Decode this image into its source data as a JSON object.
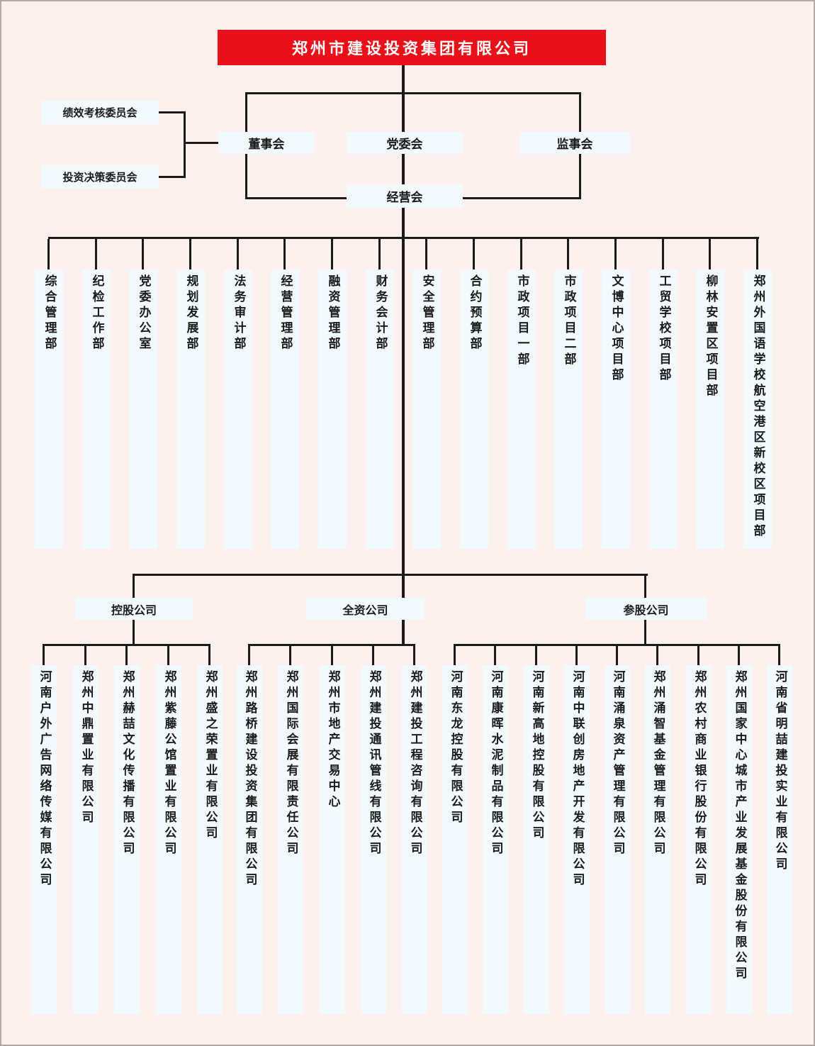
{
  "meta": {
    "background_color": "#FCF1EF",
    "panel_color": "#F3FAFD",
    "accent_red": "#E8111A",
    "line_color": "#1B1B1B"
  },
  "root": {
    "title": "郑州市建设投资集团有限公司"
  },
  "committees": [
    {
      "label": "绩效考核委员会"
    },
    {
      "label": "投资决策委员会"
    }
  ],
  "boards": [
    {
      "label": "董事会"
    },
    {
      "label": "党委会"
    },
    {
      "label": "监事会"
    }
  ],
  "management_meeting": {
    "label": "经营会"
  },
  "departments": [
    "综合管理部",
    "纪检工作部",
    "党委办公室",
    "规划发展部",
    "法务审计部",
    "经营管理部",
    "融资管理部",
    "财务会计部",
    "安全管理部",
    "合约预算部",
    "市政项目一部",
    "市政项目二部",
    "文博中心项目部",
    "工贸学校项目部",
    "柳林安置区项目部",
    "郑州外国语学校航空港区新校区项目部"
  ],
  "company_groups": [
    {
      "label": "控股公司",
      "companies": [
        "河南户外广告网络传媒有限公司",
        "郑州中鼎置业有限公司",
        "郑州赫喆文化传播有限公司",
        "郑州紫藤公馆置业有限公司",
        "郑州盛之荣置业有限公司"
      ]
    },
    {
      "label": "全资公司",
      "companies": [
        "郑州路桥建设投资集团有限公司",
        "郑州国际会展有限责任公司",
        "郑州市地产交易中心",
        "郑州建投通讯管线有限公司",
        "郑州建投工程咨询有限公司"
      ]
    },
    {
      "label": "参股公司",
      "companies": [
        "河南东龙控股有限公司",
        "河南康晖水泥制品有限公司",
        "河南新高地控股有限公司",
        "河南中联创房地产开发有限公司",
        "河南涌泉资产管理有限公司",
        "郑州涌智基金管理有限公司",
        "郑州农村商业银行股份有限公司",
        "郑州国家中心城市产业发展基金股份有限公司",
        "河南省明喆建投实业有限公司"
      ]
    }
  ]
}
